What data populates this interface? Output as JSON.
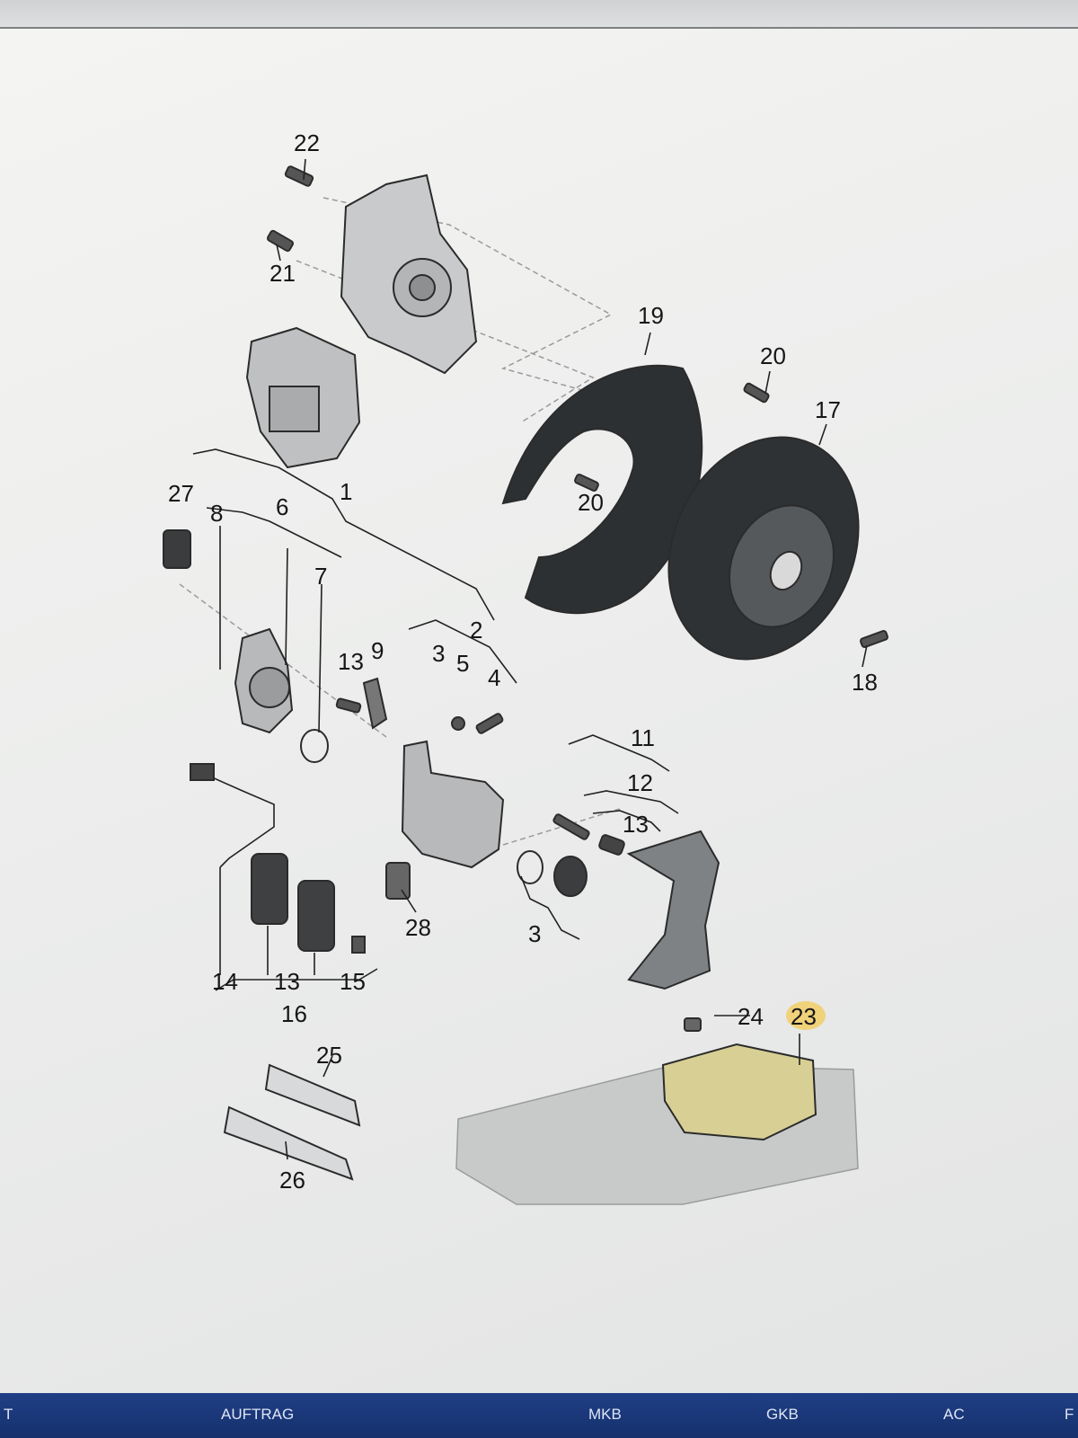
{
  "diagram": {
    "labels": {
      "l1": "1",
      "l2": "2",
      "l3a": "3",
      "l3b": "3",
      "l4": "4",
      "l5": "5",
      "l6": "6",
      "l7": "7",
      "l8": "8",
      "l9": "9",
      "l11": "11",
      "l12": "12",
      "l13a": "13",
      "l13b": "13",
      "l13c": "13",
      "l14": "14",
      "l15": "15",
      "l16": "16",
      "l17": "17",
      "l18": "18",
      "l19": "19",
      "l20a": "20",
      "l20b": "20",
      "l21": "21",
      "l22": "22",
      "l23": "23",
      "l24": "24",
      "l25": "25",
      "l26": "26",
      "l27": "27",
      "l28": "28"
    }
  },
  "taskbar": {
    "tab_t": "T",
    "tab_auftrag": "AUFTRAG",
    "tab_mkb": "MKB",
    "tab_gkb": "GKB",
    "tab_ac": "AC",
    "tab_f": "F"
  },
  "colors": {
    "highlight": "#f0d27a",
    "module": "#d8cf95",
    "taskbar": "#1f3f86"
  }
}
